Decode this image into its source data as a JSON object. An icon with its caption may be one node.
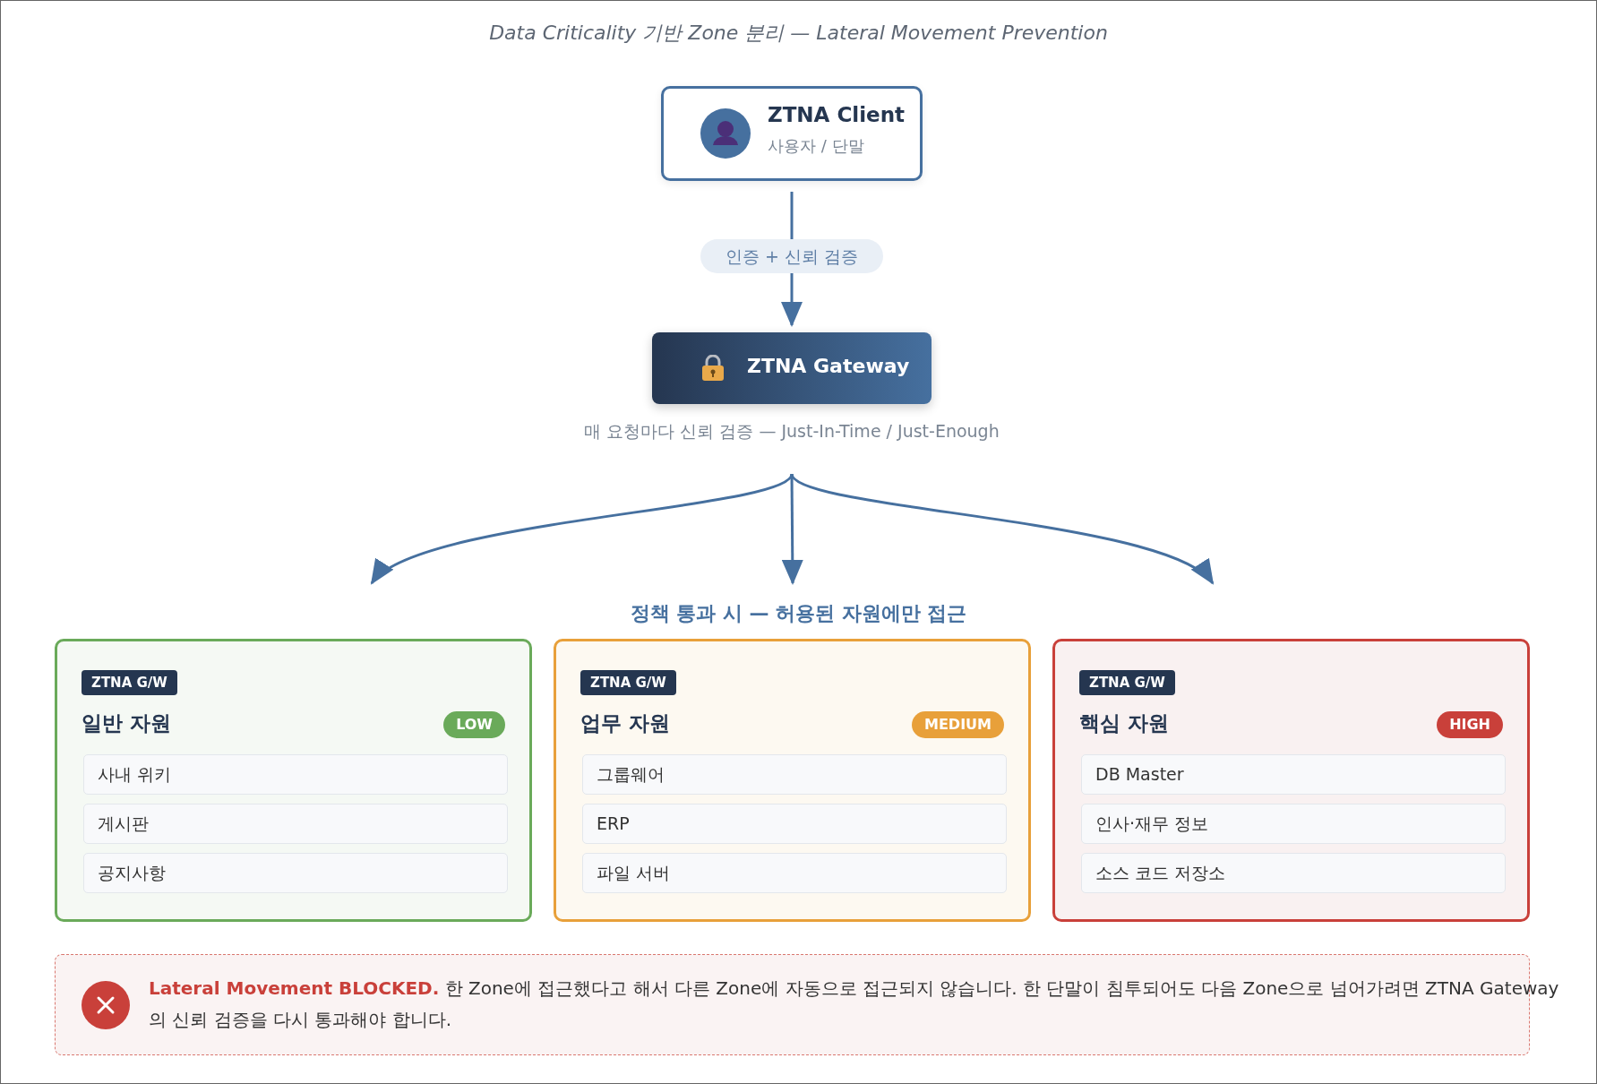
{
  "diagram": {
    "title": "Data Criticality 기반 Zone 분리 — Lateral Movement Prevention",
    "nodes": [
      {
        "text": [
          "ZTNA Client",
          "사용자 / 단말"
        ]
      },
      {
        "text": [
          "ZTNA Gateway"
        ],
        "beside": [
          "매 요청마다 신뢰 검증 — Just-In-Time / Just-Enough"
        ]
      },
      {
        "text": [
          "ZTNA G/W",
          "일반 자원",
          "LOW"
        ]
      },
      {
        "text": [
          "사내 위키"
        ],
        "in": 2
      },
      {
        "text": [
          "게시판"
        ],
        "in": 2
      },
      {
        "text": [
          "공지사항"
        ],
        "in": 2
      },
      {
        "text": [
          "ZTNA G/W",
          "업무 자원",
          "MEDIUM"
        ]
      },
      {
        "text": [
          "그룹웨어"
        ],
        "in": 6
      },
      {
        "text": [
          "ERP"
        ],
        "in": 6
      },
      {
        "text": [
          "파일 서버"
        ],
        "in": 6
      },
      {
        "text": [
          "ZTNA G/W",
          "핵심 자원",
          "HIGH"
        ]
      },
      {
        "text": [
          "DB Master"
        ],
        "in": 10
      },
      {
        "text": [
          "인사·재무 정보"
        ],
        "in": 10
      },
      {
        "text": [
          "소스 코드 저장소"
        ],
        "in": 10
      },
      {
        "text": [
          "**Lateral Movement BLOCKED.** 한 Zone에 접근했다고 해서 다른 Zone에 자동으로 접근되지 않습니다. 한 단말이 침투되어도 다음 Zone으로 넘어가려면 ZTNA Gateway의 신뢰 검증을 다시 통과해야 합니다."
        ]
      }
    ],
    "edges": [
      {
        "from": 0,
        "to": 1,
        "arrow": "to",
        "label": "인증 + 신뢰 검증"
      },
      {
        "from": 1,
        "to": 2,
        "arrow": "to"
      },
      {
        "from": 1,
        "to": 6,
        "arrow": "to"
      },
      {
        "from": 1,
        "to": 10,
        "arrow": "to"
      }
    ],
    "labels": [
      "정책 통과 시 — 허용된 자원에만 접근"
    ]
  }
}
